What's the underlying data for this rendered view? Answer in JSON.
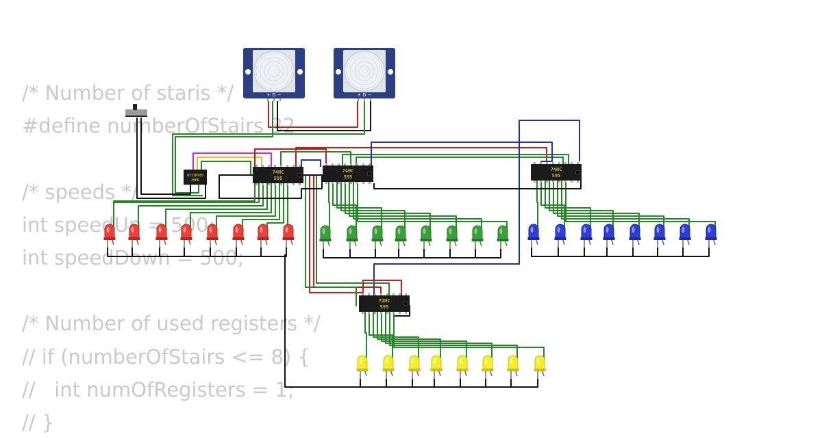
{
  "code_lines": [
    "/* Number of staris */",
    "#define numberOfStairs 32",
    "",
    "/* speeds */",
    "int speedUp = 500;",
    "int speedDown = 500;",
    "",
    "/* Number of used registers */",
    "// if (numberOfStairs <= 8) {",
    "//   int numOfRegisters = 1;",
    "// }"
  ],
  "mcu": {
    "label_line1": "ATTINY85",
    "label_line2": "20PU"
  },
  "shift_register": {
    "label_line1": "74HC",
    "label_line2": "595"
  },
  "pir_sensor": {
    "pin_labels": "+ D −"
  },
  "led_groups": [
    {
      "name": "red-leds",
      "color": "#e8403a",
      "dark": "#b3271f",
      "count": 8
    },
    {
      "name": "green-leds",
      "color": "#3aa13a",
      "dark": "#237a23",
      "count": 8
    },
    {
      "name": "blue-leds",
      "color": "#2f3fd6",
      "dark": "#1d29a0",
      "count": 8
    },
    {
      "name": "yellow-leds",
      "color": "#f2ee2a",
      "dark": "#c8c018",
      "count": 8
    }
  ],
  "colors": {
    "wire_green": "#1f8a1f",
    "wire_red": "#d01818",
    "wire_black": "#111111",
    "wire_blue": "#1a2fc0",
    "wire_magenta": "#e020e0",
    "wire_yellow": "#e0c020",
    "pir_board": "#2b3f82",
    "chip_body": "#1b1b1b"
  }
}
